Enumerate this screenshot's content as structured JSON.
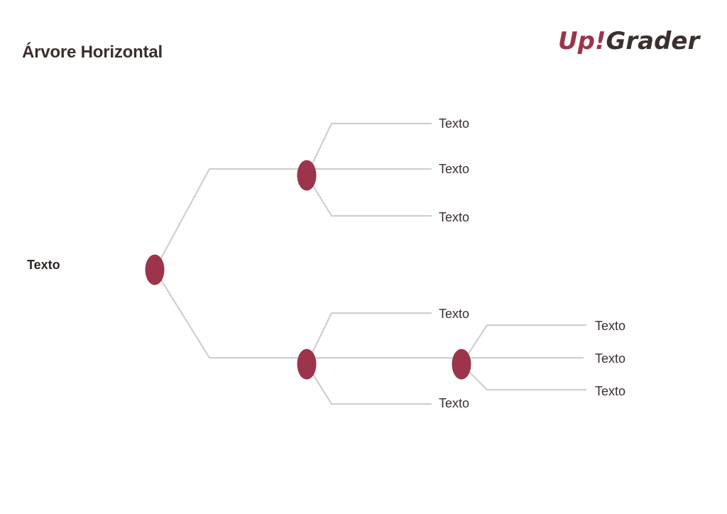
{
  "title": "Árvore Horizontal",
  "logo": {
    "part1": "Up",
    "part2": "!",
    "part3": "Grader"
  },
  "colors": {
    "node": "#9c344b",
    "line": "#cfcfcf",
    "text": "#3a2f2c"
  },
  "tree": {
    "root": "Texto",
    "branches": [
      {
        "leaves": [
          "Texto",
          "Texto",
          "Texto"
        ]
      },
      {
        "leaves": [
          "Texto",
          "Texto"
        ],
        "sub": {
          "leaves": [
            "Texto",
            "Texto",
            "Texto"
          ]
        }
      }
    ]
  }
}
